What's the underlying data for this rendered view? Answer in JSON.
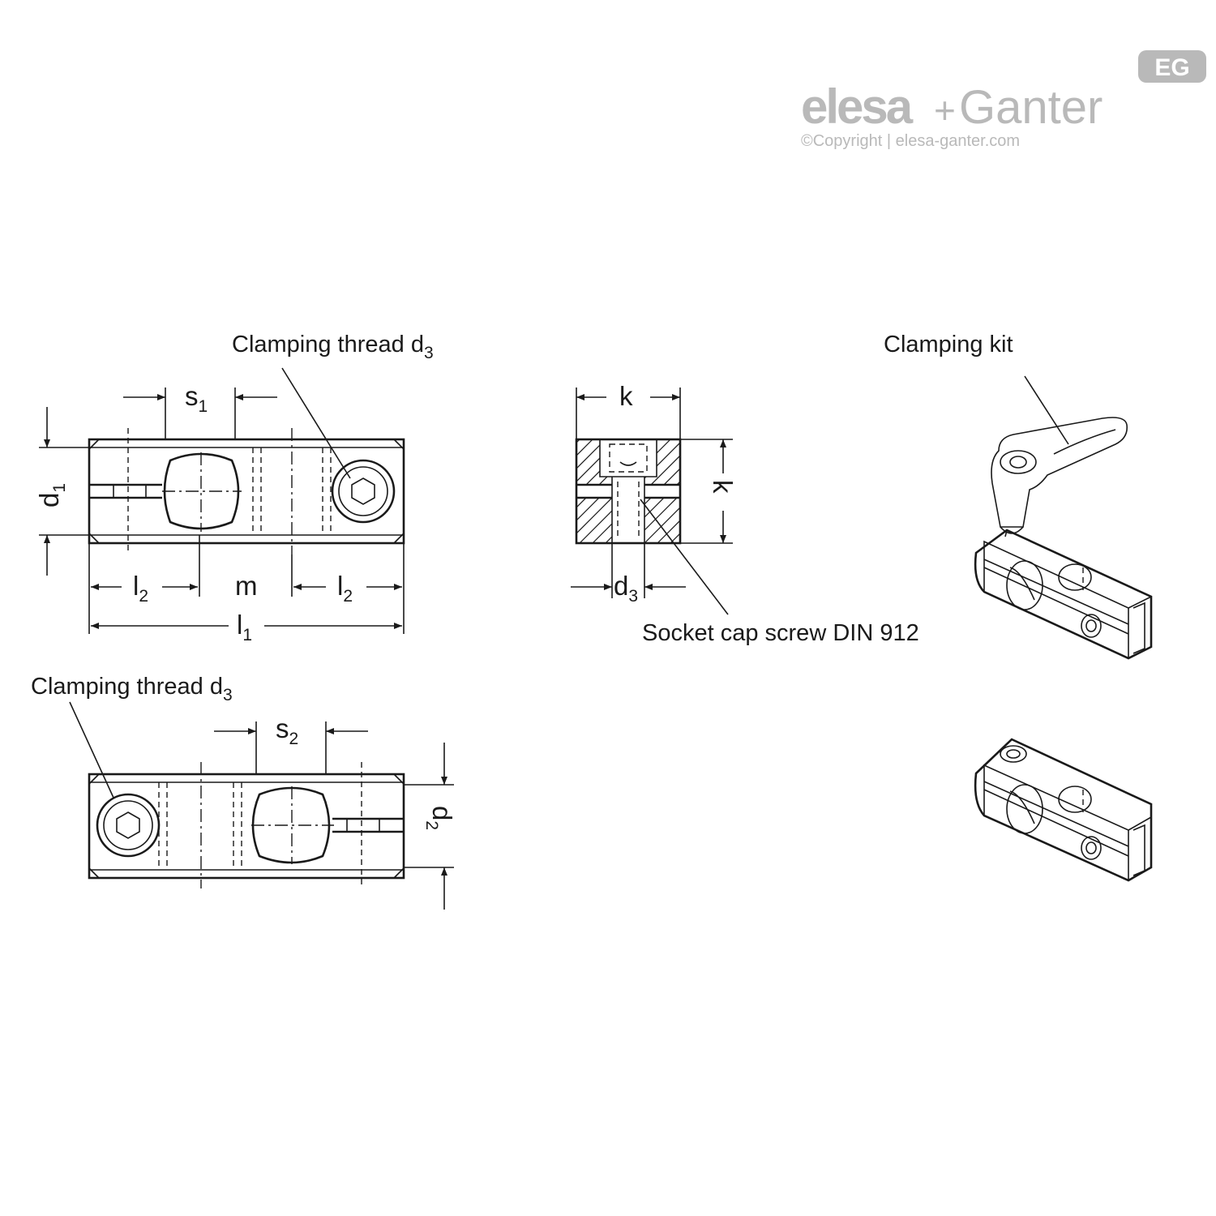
{
  "logo": {
    "brand_left": "elesa",
    "brand_plus": "+",
    "brand_right": "Ganter",
    "badge": "EG",
    "copyright": "©Copyright | elesa-ganter.com"
  },
  "labels": {
    "clamping_thread": "Clamping thread d",
    "clamping_thread_sub": "3",
    "clamping_kit": "Clamping kit",
    "socket_screw": "Socket cap screw DIN 912"
  },
  "dimensions": {
    "s1": {
      "base": "s",
      "sub": "1"
    },
    "s2": {
      "base": "s",
      "sub": "2"
    },
    "d1": {
      "base": "d",
      "sub": "1"
    },
    "d2": {
      "base": "d",
      "sub": "2"
    },
    "d3": {
      "base": "d",
      "sub": "3"
    },
    "l1": {
      "base": "l",
      "sub": "1"
    },
    "l2": {
      "base": "l",
      "sub": "2"
    },
    "m": "m",
    "k": "k"
  }
}
